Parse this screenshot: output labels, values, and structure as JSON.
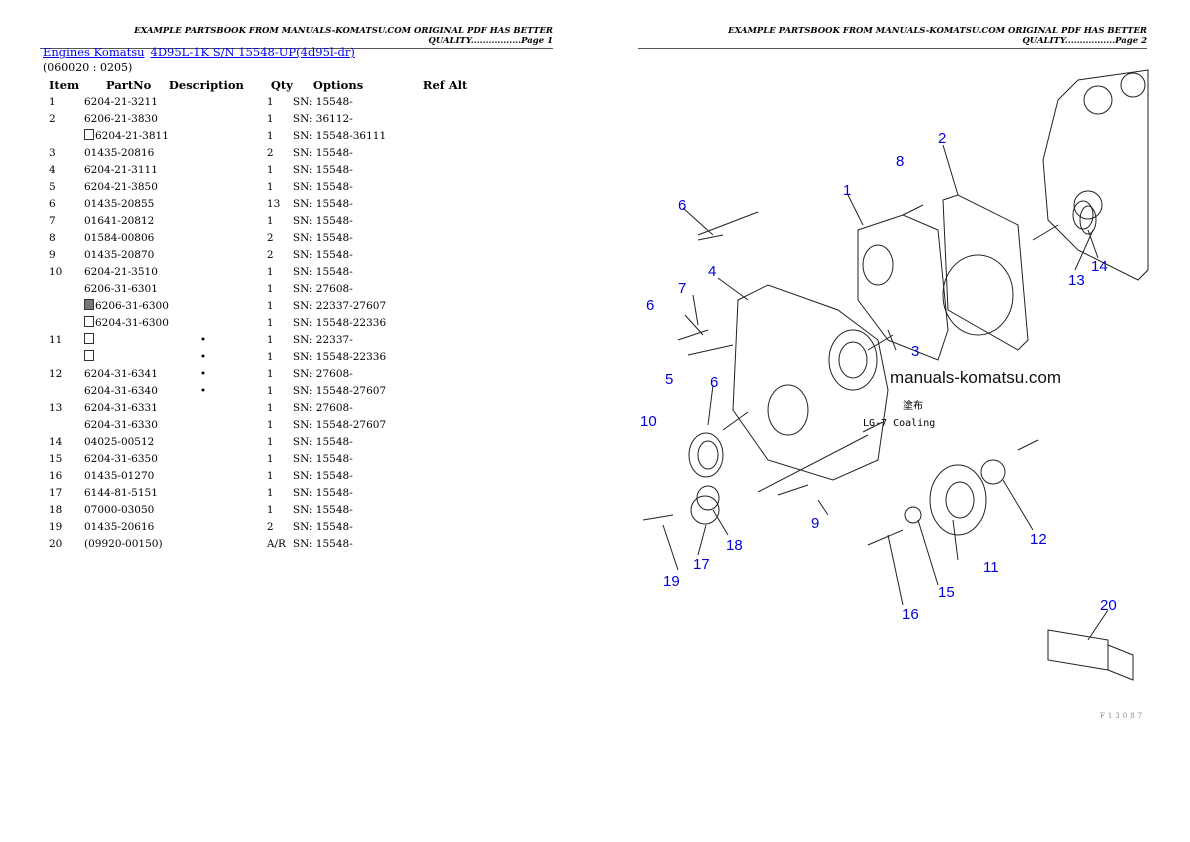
{
  "header": {
    "page1": "EXAMPLE PARTSBOOK FROM MANUALS-KOMATSU.COM ORIGINAL PDF HAS BETTER QUALITY.................Page 1",
    "page2": "EXAMPLE PARTSBOOK FROM MANUALS-KOMATSU.COM ORIGINAL PDF HAS BETTER QUALITY.................Page 2"
  },
  "breadcrumb": {
    "link1": "Engines Komatsu",
    "link2": "4D95L-1K S/N 15548-UP(4d95l-dr)"
  },
  "code": "(060020 : 0205)",
  "columns": [
    "Item",
    "PartNo",
    "Description",
    "Qty",
    "Options",
    "Ref",
    "Alt"
  ],
  "rows": [
    {
      "item": "1",
      "part": "6204-21-3211",
      "desc": "",
      "qty": "1",
      "opt": "SN: 15548-",
      "mark": ""
    },
    {
      "item": "2",
      "part": "6206-21-3830",
      "desc": "",
      "qty": "1",
      "opt": "SN: 36112-",
      "mark": ""
    },
    {
      "item": "",
      "part": "6204-21-3811",
      "desc": "",
      "qty": "1",
      "opt": "SN: 15548-36111",
      "mark": "empty"
    },
    {
      "item": "3",
      "part": "01435-20816",
      "desc": "",
      "qty": "2",
      "opt": "SN: 15548-",
      "mark": ""
    },
    {
      "item": "4",
      "part": "6204-21-3111",
      "desc": "",
      "qty": "1",
      "opt": "SN: 15548-",
      "mark": ""
    },
    {
      "item": "5",
      "part": "6204-21-3850",
      "desc": "",
      "qty": "1",
      "opt": "SN: 15548-",
      "mark": ""
    },
    {
      "item": "6",
      "part": "01435-20855",
      "desc": "",
      "qty": "13",
      "opt": "SN: 15548-",
      "mark": ""
    },
    {
      "item": "7",
      "part": "01641-20812",
      "desc": "",
      "qty": "1",
      "opt": "SN: 15548-",
      "mark": ""
    },
    {
      "item": "8",
      "part": "01584-00806",
      "desc": "",
      "qty": "2",
      "opt": "SN: 15548-",
      "mark": ""
    },
    {
      "item": "9",
      "part": "01435-20870",
      "desc": "",
      "qty": "2",
      "opt": "SN: 15548-",
      "mark": ""
    },
    {
      "item": "10",
      "part": "6204-21-3510",
      "desc": "",
      "qty": "1",
      "opt": "SN: 15548-",
      "mark": ""
    },
    {
      "item": "",
      "part": "6206-31-6301",
      "desc": "",
      "qty": "1",
      "opt": "SN: 27608-",
      "mark": ""
    },
    {
      "item": "",
      "part": "6206-31-6300",
      "desc": "",
      "qty": "1",
      "opt": "SN: 22337-27607",
      "mark": "filled"
    },
    {
      "item": "",
      "part": "6204-31-6300",
      "desc": "",
      "qty": "1",
      "opt": "SN: 15548-22336",
      "mark": "empty"
    },
    {
      "item": "11",
      "part": "",
      "desc": "•",
      "qty": "1",
      "opt": "SN: 22337-",
      "mark": "empty"
    },
    {
      "item": "",
      "part": "",
      "desc": "•",
      "qty": "1",
      "opt": "SN: 15548-22336",
      "mark": "empty"
    },
    {
      "item": "12",
      "part": "6204-31-6341",
      "desc": "•",
      "qty": "1",
      "opt": "SN: 27608-",
      "mark": ""
    },
    {
      "item": "",
      "part": "6204-31-6340",
      "desc": "•",
      "qty": "1",
      "opt": "SN: 15548-27607",
      "mark": ""
    },
    {
      "item": "13",
      "part": "6204-31-6331",
      "desc": "",
      "qty": "1",
      "opt": "SN: 27608-",
      "mark": ""
    },
    {
      "item": "",
      "part": "6204-31-6330",
      "desc": "",
      "qty": "1",
      "opt": "SN: 15548-27607",
      "mark": ""
    },
    {
      "item": "14",
      "part": "04025-00512",
      "desc": "",
      "qty": "1",
      "opt": "SN: 15548-",
      "mark": ""
    },
    {
      "item": "15",
      "part": "6204-31-6350",
      "desc": "",
      "qty": "1",
      "opt": "SN: 15548-",
      "mark": ""
    },
    {
      "item": "16",
      "part": "01435-01270",
      "desc": "",
      "qty": "1",
      "opt": "SN: 15548-",
      "mark": ""
    },
    {
      "item": "17",
      "part": "6144-81-5151",
      "desc": "",
      "qty": "1",
      "opt": "SN: 15548-",
      "mark": ""
    },
    {
      "item": "18",
      "part": "07000-03050",
      "desc": "",
      "qty": "1",
      "opt": "SN: 15548-",
      "mark": ""
    },
    {
      "item": "19",
      "part": "01435-20616",
      "desc": "",
      "qty": "2",
      "opt": "SN: 15548-",
      "mark": ""
    },
    {
      "item": "20",
      "part": "(09920-00150)",
      "desc": "",
      "qty": "A/R",
      "opt": "SN: 15548-",
      "mark": ""
    }
  ],
  "diagram": {
    "watermark": "manuals-komatsu.com",
    "note": "LG-7 Coaling",
    "note_jp": "塗布",
    "figure_code": "F13087"
  }
}
